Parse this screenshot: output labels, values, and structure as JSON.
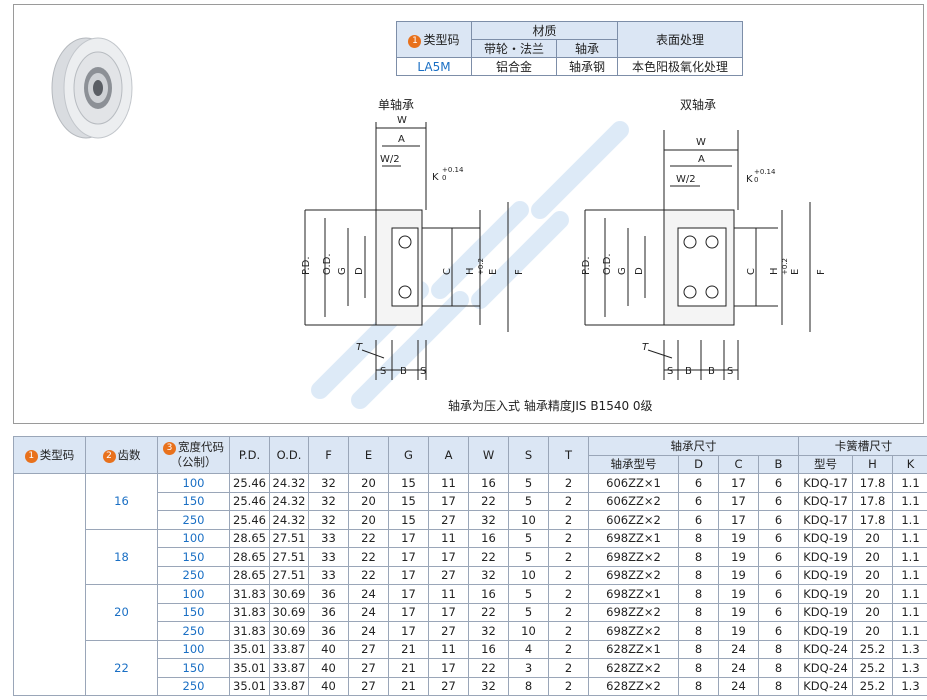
{
  "material_table": {
    "h_type": "类型码",
    "h_material": "材质",
    "h_surface": "表面处理",
    "h_pulley": "带轮・法兰",
    "h_shaft": "轴承",
    "type_value": "LA5M",
    "pulley_value": "铝合金",
    "shaft_value": "轴承钢",
    "surface_value": "本色阳极氧化处理",
    "num1": "1"
  },
  "drawings": {
    "single_title": "单轴承",
    "double_title": "双轴承",
    "note": "轴承为压入式 轴承精度JIS B1540 0级",
    "labels": {
      "W": "W",
      "A": "A",
      "W2": "W/2",
      "K": "K",
      "Ktol_up": "+0.14",
      "Ktol_lo": "0",
      "PD": "P.D.",
      "OD": "O.D.",
      "G": "G",
      "D": "D",
      "C": "C",
      "H": "H",
      "Htol_up": "+0.2",
      "Htol_lo": "0",
      "E": "E",
      "F": "F",
      "T": "T",
      "S": "S",
      "B": "B"
    }
  },
  "spec_table": {
    "headers": {
      "type": "类型码",
      "teeth": "齿数",
      "width_code": "宽度代码",
      "width_unit": "（公制）",
      "pd": "P.D.",
      "od": "O.D.",
      "f": "F",
      "e": "E",
      "g": "G",
      "a": "A",
      "w": "W",
      "s": "S",
      "t": "T",
      "bearing": "轴承尺寸",
      "bearing_model": "轴承型号",
      "d": "D",
      "c": "C",
      "b": "B",
      "clip": "卡簧槽尺寸",
      "clip_model": "型号",
      "h": "H",
      "k": "K",
      "n1": "1",
      "n2": "2",
      "n3": "3"
    },
    "groups": [
      {
        "teeth": "16",
        "rows": [
          [
            "100",
            "25.46",
            "24.32",
            "32",
            "20",
            "15",
            "11",
            "16",
            "5",
            "2",
            "606ZZ×1",
            "6",
            "17",
            "6",
            "KDQ-17",
            "17.8",
            "1.1"
          ],
          [
            "150",
            "25.46",
            "24.32",
            "32",
            "20",
            "15",
            "17",
            "22",
            "5",
            "2",
            "606ZZ×2",
            "6",
            "17",
            "6",
            "KDQ-17",
            "17.8",
            "1.1"
          ],
          [
            "250",
            "25.46",
            "24.32",
            "32",
            "20",
            "15",
            "27",
            "32",
            "10",
            "2",
            "606ZZ×2",
            "6",
            "17",
            "6",
            "KDQ-17",
            "17.8",
            "1.1"
          ]
        ]
      },
      {
        "teeth": "18",
        "rows": [
          [
            "100",
            "28.65",
            "27.51",
            "33",
            "22",
            "17",
            "11",
            "16",
            "5",
            "2",
            "698ZZ×1",
            "8",
            "19",
            "6",
            "KDQ-19",
            "20",
            "1.1"
          ],
          [
            "150",
            "28.65",
            "27.51",
            "33",
            "22",
            "17",
            "17",
            "22",
            "5",
            "2",
            "698ZZ×2",
            "8",
            "19",
            "6",
            "KDQ-19",
            "20",
            "1.1"
          ],
          [
            "250",
            "28.65",
            "27.51",
            "33",
            "22",
            "17",
            "27",
            "32",
            "10",
            "2",
            "698ZZ×2",
            "8",
            "19",
            "6",
            "KDQ-19",
            "20",
            "1.1"
          ]
        ]
      },
      {
        "teeth": "20",
        "rows": [
          [
            "100",
            "31.83",
            "30.69",
            "36",
            "24",
            "17",
            "11",
            "16",
            "5",
            "2",
            "698ZZ×1",
            "8",
            "19",
            "6",
            "KDQ-19",
            "20",
            "1.1"
          ],
          [
            "150",
            "31.83",
            "30.69",
            "36",
            "24",
            "17",
            "17",
            "22",
            "5",
            "2",
            "698ZZ×2",
            "8",
            "19",
            "6",
            "KDQ-19",
            "20",
            "1.1"
          ],
          [
            "250",
            "31.83",
            "30.69",
            "36",
            "24",
            "17",
            "27",
            "32",
            "10",
            "2",
            "698ZZ×2",
            "8",
            "19",
            "6",
            "KDQ-19",
            "20",
            "1.1"
          ]
        ]
      },
      {
        "teeth": "22",
        "rows": [
          [
            "100",
            "35.01",
            "33.87",
            "40",
            "27",
            "21",
            "11",
            "16",
            "4",
            "2",
            "628ZZ×1",
            "8",
            "24",
            "8",
            "KDQ-24",
            "25.2",
            "1.3"
          ],
          [
            "150",
            "35.01",
            "33.87",
            "40",
            "27",
            "21",
            "17",
            "22",
            "3",
            "2",
            "628ZZ×2",
            "8",
            "24",
            "8",
            "KDQ-24",
            "25.2",
            "1.3"
          ],
          [
            "250",
            "35.01",
            "33.87",
            "40",
            "27",
            "21",
            "27",
            "32",
            "8",
            "2",
            "628ZZ×2",
            "8",
            "24",
            "8",
            "KDQ-24",
            "25.2",
            "1.3"
          ]
        ]
      }
    ]
  }
}
